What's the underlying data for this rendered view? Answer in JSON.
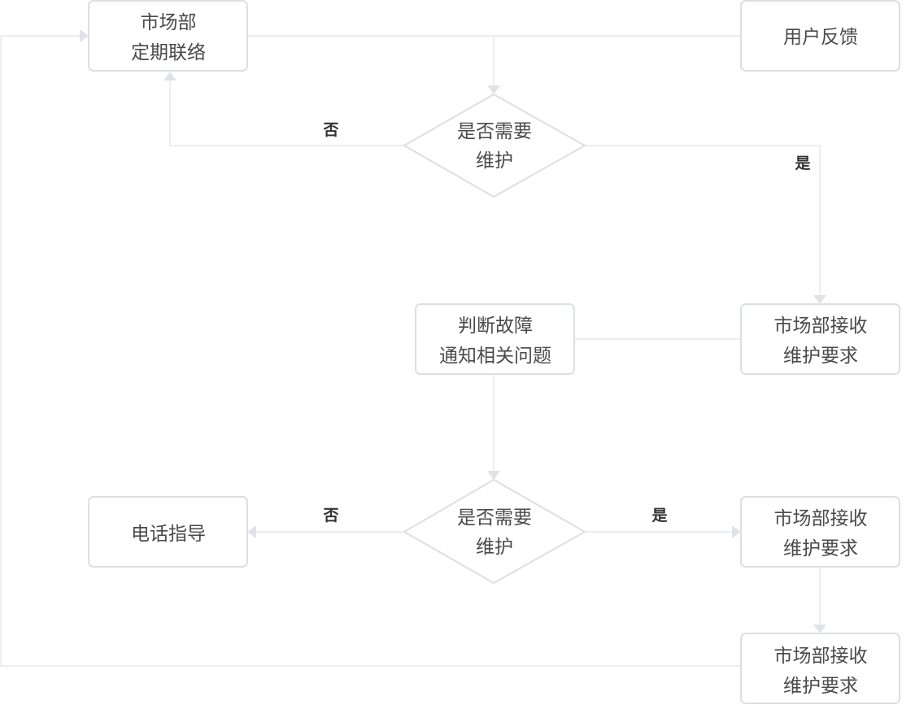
{
  "diagram": {
    "colors": {
      "border": "#dcdfe3",
      "connector": "#dfe3e7",
      "text": "#4a4a4a",
      "label": "#333333"
    },
    "nodes": {
      "market_contact": {
        "line1": "市场部",
        "line2": "定期联络"
      },
      "user_feedback": {
        "line1": "用户反馈"
      },
      "decision_1": {
        "line1": "是否需要",
        "line2": "维护"
      },
      "market_receive_1": {
        "line1": "市场部接收",
        "line2": "维护要求"
      },
      "judge_fault": {
        "line1": "判断故障",
        "line2": "通知相关问题"
      },
      "decision_2": {
        "line1": "是否需要",
        "line2": "维护"
      },
      "phone_guidance": {
        "line1": "电话指导"
      },
      "market_receive_2": {
        "line1": "市场部接收",
        "line2": "维护要求"
      },
      "market_receive_3": {
        "line1": "市场部接收",
        "line2": "维护要求"
      }
    },
    "edge_labels": {
      "decision_1_no": "否",
      "decision_1_yes": "是",
      "decision_2_no": "否",
      "decision_2_yes": "是"
    }
  }
}
